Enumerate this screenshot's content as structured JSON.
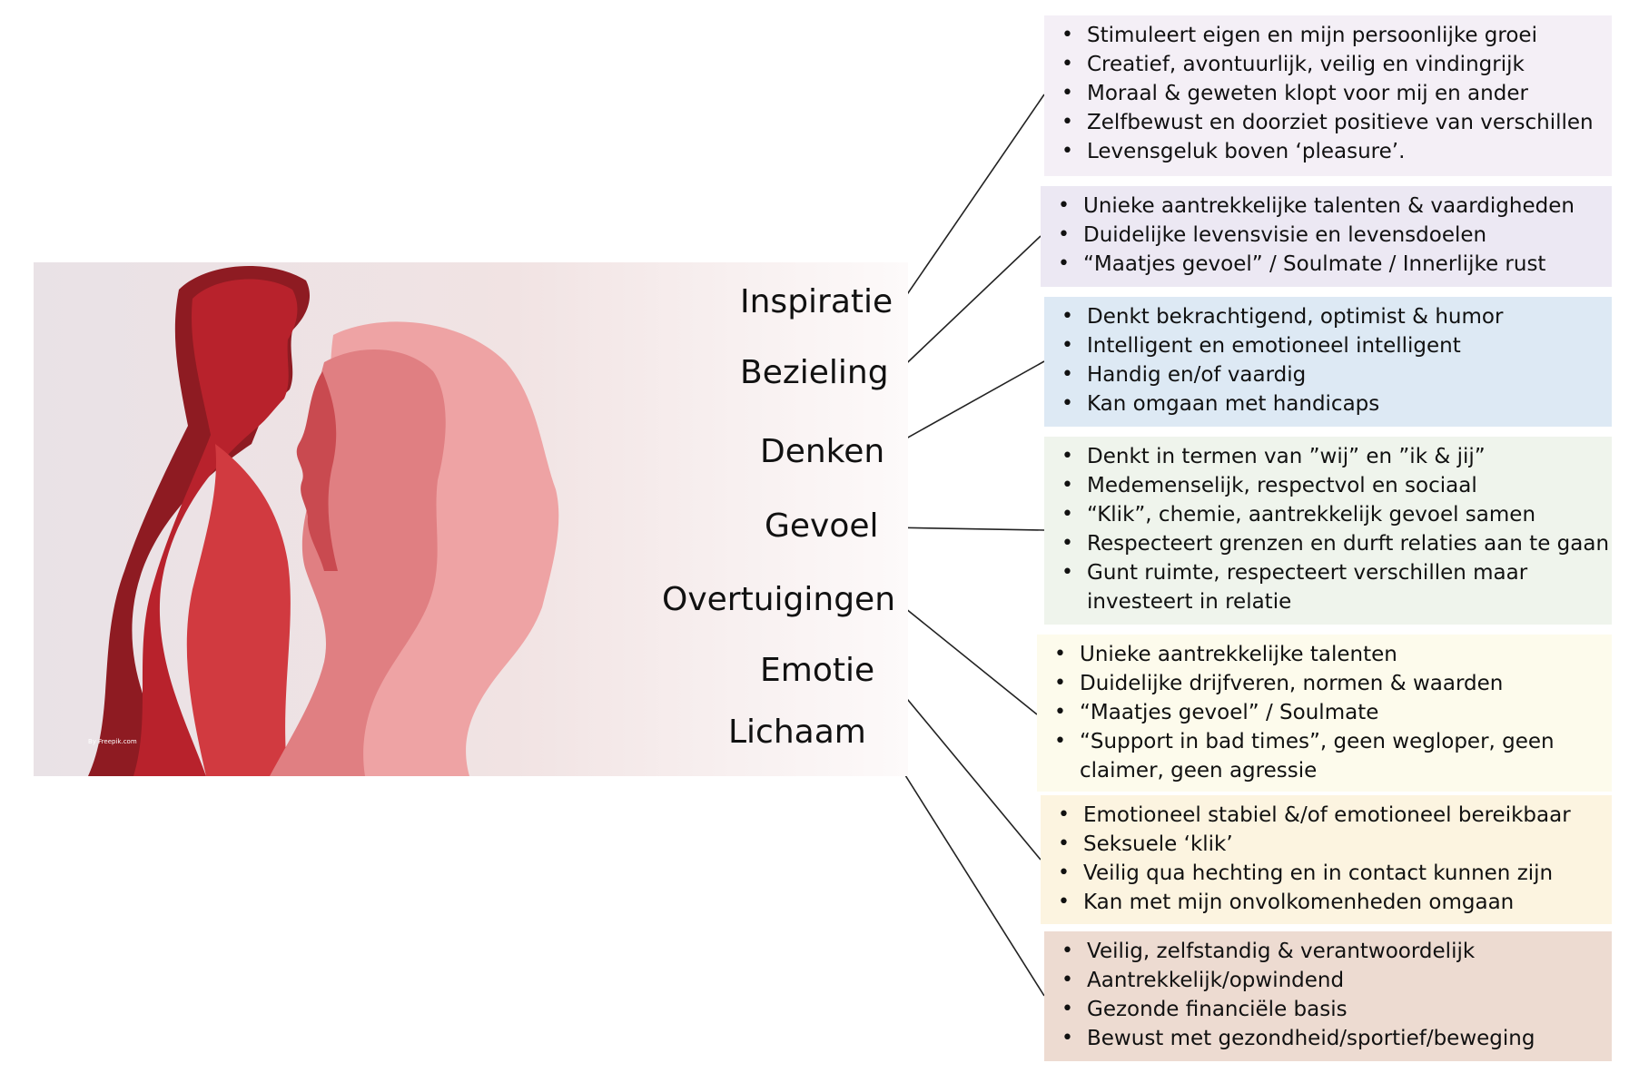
{
  "diagram": {
    "watermark": "By Freepik.com",
    "levels": [
      {
        "label": "Inspiratie",
        "items": [
          "Stimuleert eigen en mijn persoonlijke groei",
          "Creatief, avontuurlijk, veilig  en vindingrijk",
          "Moraal & geweten klopt voor mij en ander",
          "Zelfbewust en doorziet positieve van verschillen",
          "Levensgeluk boven ‘pleasure’."
        ]
      },
      {
        "label": "Bezieling",
        "items": [
          "Unieke aantrekkelijke talenten & vaardigheden",
          "Duidelijke levensvisie en levensdoelen",
          "“Maatjes gevoel” / Soulmate / Innerlijke rust"
        ]
      },
      {
        "label": "Denken",
        "items": [
          "Denkt bekrachtigend, optimist & humor",
          "Intelligent en emotioneel intelligent",
          "Handig en/of vaardig",
          "Kan omgaan met handicaps"
        ]
      },
      {
        "label": "Gevoel",
        "items": [
          "Denkt in termen van ”wij” en ”ik & jij”",
          "Medemenselijk, respectvol en sociaal",
          "“Klik”, chemie, aantrekkelijk gevoel samen",
          "Respecteert grenzen en durft relaties aan te gaan",
          "Gunt ruimte, respecteert verschillen maar",
          "investeert in relatie"
        ]
      },
      {
        "label": "Overtuigingen",
        "items": [
          "Unieke aantrekkelijke talenten",
          "Duidelijke drijfveren, normen & waarden",
          "“Maatjes gevoel” / Soulmate",
          "“Support in bad times”, geen wegloper, geen",
          "claimer, geen agressie"
        ]
      },
      {
        "label": "Emotie",
        "items": [
          "Emotioneel stabiel &/of emotioneel bereikbaar",
          "Seksuele ‘klik’",
          "Veilig qua hechting en in contact kunnen zijn",
          "Kan met mijn onvolkomenheden omgaan"
        ]
      },
      {
        "label": "Lichaam",
        "items": [
          "Veilig, zelfstandig & verantwoordelijk",
          "Aantrekkelijk/opwindend",
          "Gezonde financiële basis",
          "Bewust met gezondheid/sportief/beweging"
        ]
      }
    ]
  },
  "colors": {
    "man_dark": "#8e1b22",
    "man_mid": "#b8222c",
    "man_light": "#d13a40",
    "woman_mid": "#e07f82",
    "woman_light": "#eea3a4",
    "background_fade": "#f3e4e4"
  }
}
